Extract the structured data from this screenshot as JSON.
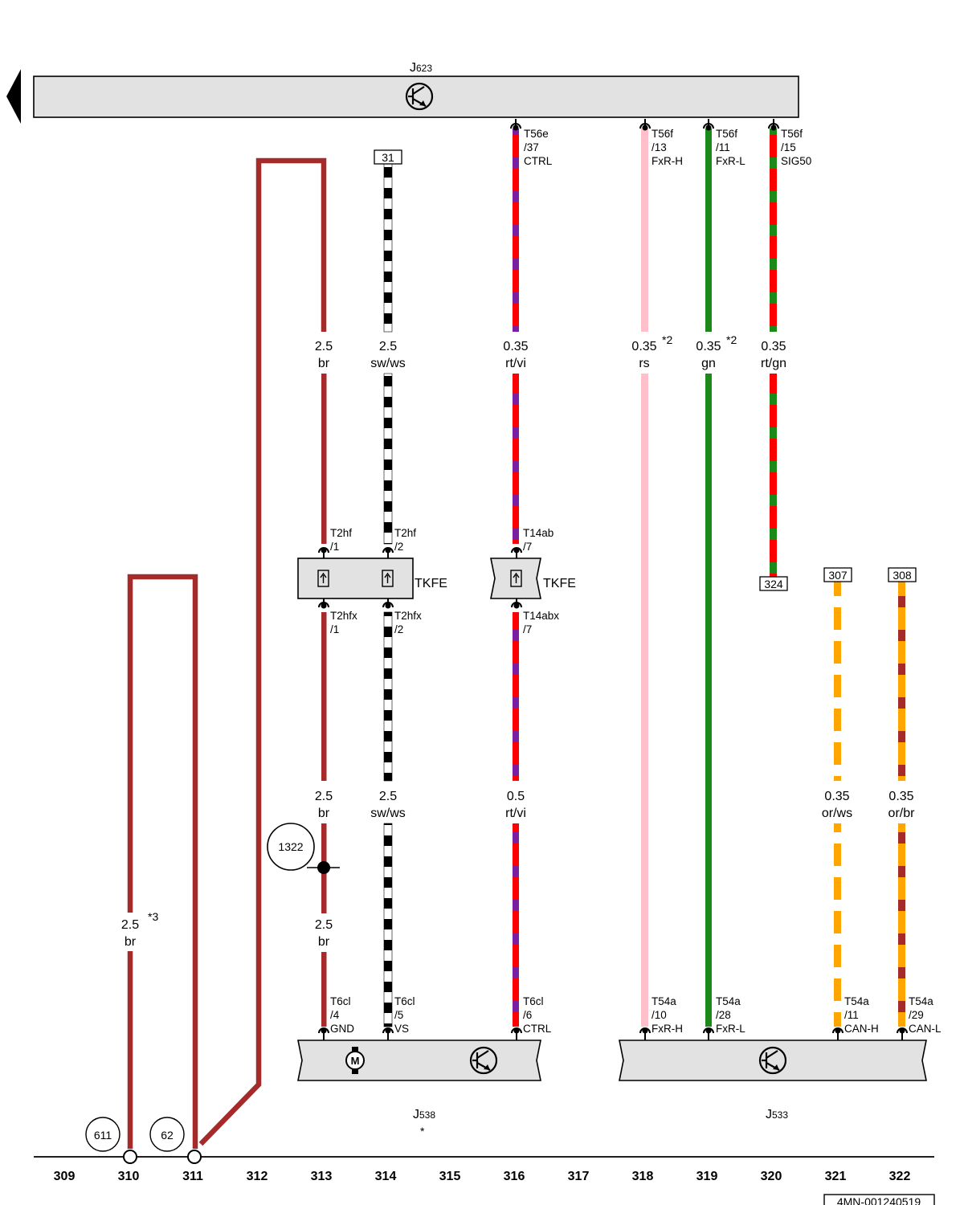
{
  "components": {
    "j623": {
      "id": "J623",
      "base": "J",
      "sub": "623"
    },
    "j538": {
      "id": "J538",
      "base": "J",
      "sub": "538",
      "note": "*"
    },
    "j533": {
      "id": "J533",
      "base": "J",
      "sub": "533"
    },
    "tkfe_1": "TKFE",
    "tkfe_2": "TKFE"
  },
  "wires": [
    {
      "size": "2.5",
      "color": "br"
    },
    {
      "size": "2.5",
      "color": "sw/ws"
    },
    {
      "size": "0.35",
      "color": "rt/vi"
    },
    {
      "size": "0.35",
      "color": "rs",
      "note": "*2"
    },
    {
      "size": "0.35",
      "color": "gn",
      "note": "*2"
    },
    {
      "size": "0.35",
      "color": "rt/gn"
    },
    {
      "size": "2.5",
      "color": "br"
    },
    {
      "size": "2.5",
      "color": "sw/ws"
    },
    {
      "size": "0.5",
      "color": "rt/vi"
    },
    {
      "size": "0.35",
      "color": "or/ws"
    },
    {
      "size": "0.35",
      "color": "or/br"
    },
    {
      "size": "2.5",
      "color": "br"
    },
    {
      "size": "2.5",
      "color": "br",
      "note": "*3"
    }
  ],
  "pins": [
    {
      "lines": [
        "T56e",
        "/37",
        "CTRL"
      ]
    },
    {
      "lines": [
        "T56f",
        "/13",
        "FxR-H"
      ]
    },
    {
      "lines": [
        "T56f",
        "/11",
        "FxR-L"
      ]
    },
    {
      "lines": [
        "T56f",
        "/15",
        "SIG50"
      ]
    },
    {
      "lines": [
        "T2hf",
        "/1"
      ]
    },
    {
      "lines": [
        "T2hf",
        "/2"
      ]
    },
    {
      "lines": [
        "T14ab",
        "/7"
      ]
    },
    {
      "lines": [
        "T2hfx",
        "/1"
      ]
    },
    {
      "lines": [
        "T2hfx",
        "/2"
      ]
    },
    {
      "lines": [
        "T14abx",
        "/7"
      ]
    },
    {
      "lines": [
        "T6cl",
        "/4",
        "GND"
      ]
    },
    {
      "lines": [
        "T6cl",
        "/5",
        "VS"
      ]
    },
    {
      "lines": [
        "T6cl",
        "/6",
        "CTRL"
      ]
    },
    {
      "lines": [
        "T54a",
        "/10",
        "FxR-H"
      ]
    },
    {
      "lines": [
        "T54a",
        "/28",
        "FxR-L"
      ]
    },
    {
      "lines": [
        "T54a",
        "/11",
        "CAN-H"
      ]
    },
    {
      "lines": [
        "T54a",
        "/29",
        "CAN-L"
      ]
    }
  ],
  "refs": {
    "r31": "31",
    "r324": "324",
    "r307": "307",
    "r308": "308"
  },
  "circles": {
    "c1322": "1322",
    "c611": "611",
    "c62": "62"
  },
  "columns": [
    "309",
    "310",
    "311",
    "312",
    "313",
    "314",
    "315",
    "316",
    "317",
    "318",
    "319",
    "320",
    "321",
    "322"
  ],
  "doc_id": "4MN-001240519",
  "colors": {
    "br": "#a52a2a",
    "sw": "#000000",
    "ws": "#ffffff",
    "rt": "#ff0000",
    "vi": "#7a1fa2",
    "rs": "#ffc0cb",
    "gn": "#1b8a1b",
    "or": "#ffa500",
    "box": "#e2e2e2"
  }
}
